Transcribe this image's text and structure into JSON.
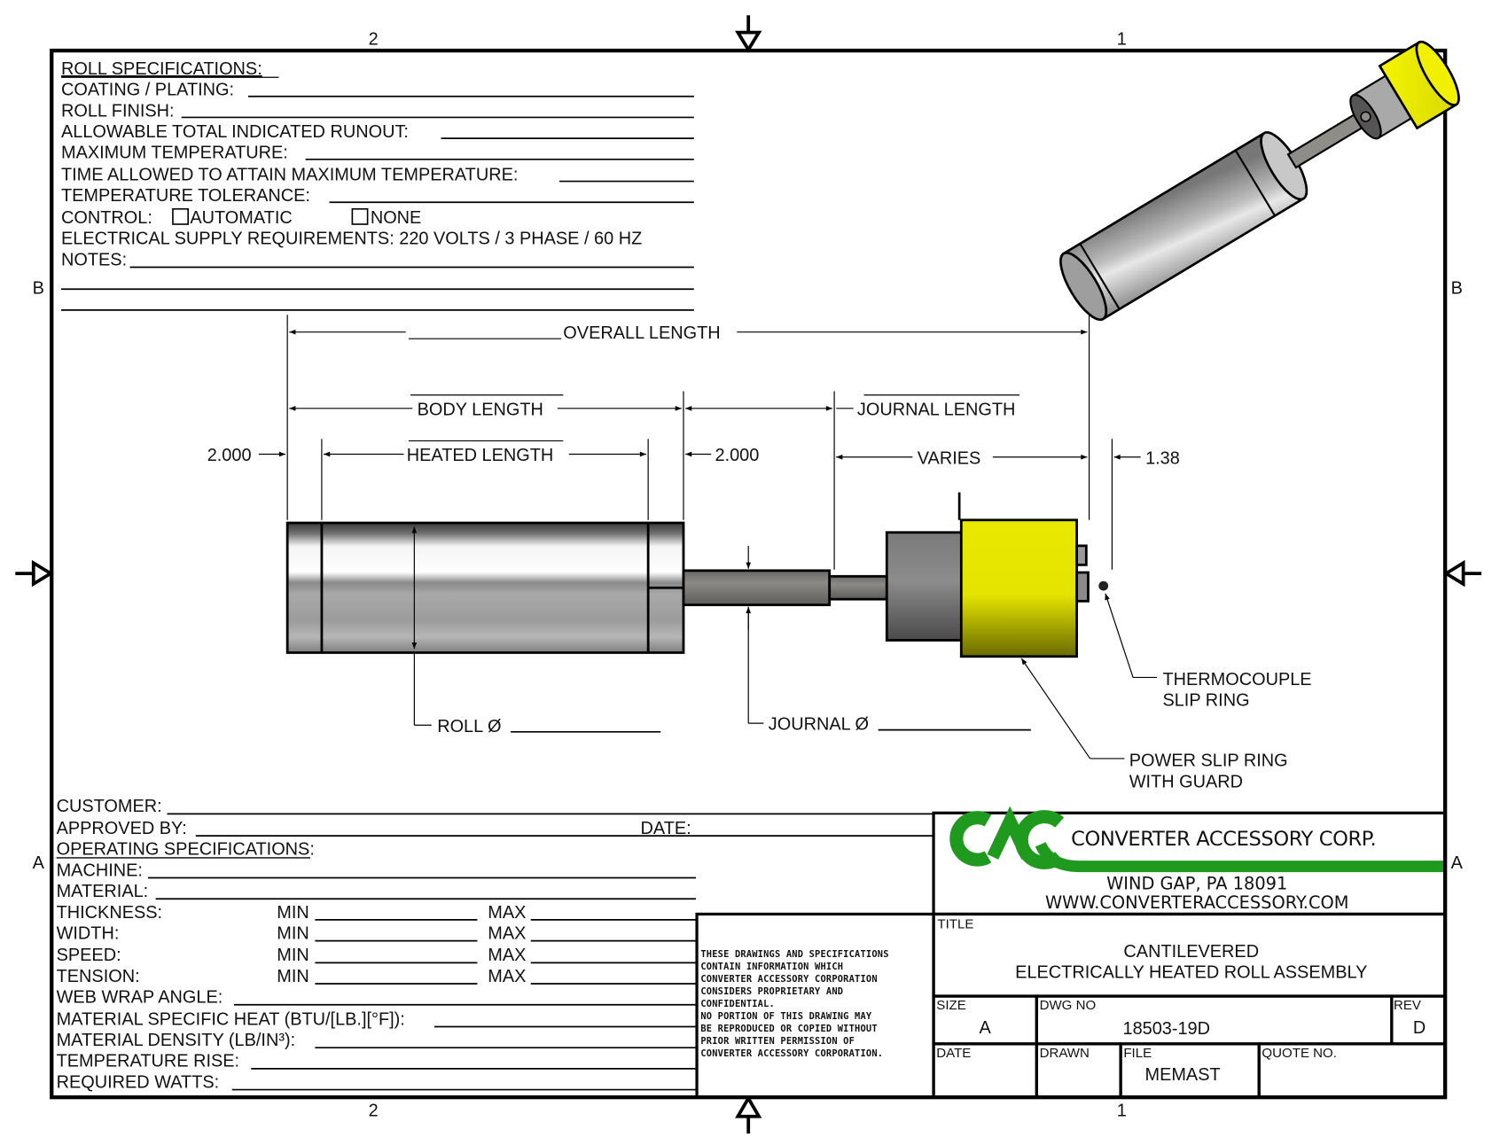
{
  "zones": {
    "top": [
      "2",
      "1"
    ],
    "bottom": [
      "2",
      "1"
    ],
    "left": [
      "B",
      "A"
    ],
    "right": [
      "B",
      "A"
    ]
  },
  "roll_specs": {
    "heading": "ROLL SPECIFICATIONS:",
    "fields": [
      {
        "label": "COATING / PLATING:",
        "value": ""
      },
      {
        "label": "ROLL FINISH:",
        "value": ""
      },
      {
        "label": "ALLOWABLE TOTAL INDICATED RUNOUT:",
        "value": ""
      },
      {
        "label": "MAXIMUM TEMPERATURE:",
        "value": ""
      },
      {
        "label": "TIME ALLOWED TO ATTAIN MAXIMUM TEMPERATURE:",
        "value": ""
      },
      {
        "label": "TEMPERATURE TOLERANCE:",
        "value": ""
      }
    ],
    "control_label": "CONTROL:",
    "control_options": [
      {
        "label": "AUTOMATIC",
        "checked": false
      },
      {
        "label": "NONE",
        "checked": false
      }
    ],
    "electrical": "ELECTRICAL SUPPLY REQUIREMENTS: 220 VOLTS / 3 PHASE / 60 HZ",
    "notes_label": "NOTES:"
  },
  "dimensions": {
    "overall_length": "OVERALL LENGTH",
    "body_length": "BODY LENGTH",
    "heated_length": "HEATED LENGTH",
    "journal_length": "JOURNAL LENGTH",
    "varies": "VARIES",
    "left_offset": "2.000",
    "right_offset": "2.000",
    "slip_offset": "1.38",
    "roll_dia": "ROLL Ø",
    "journal_dia": "JOURNAL Ø"
  },
  "callouts": {
    "thermocouple": [
      "THERMOCOUPLE",
      "SLIP RING"
    ],
    "power": [
      "POWER SLIP RING",
      "WITH GUARD"
    ]
  },
  "customer": {
    "customer_label": "CUSTOMER:",
    "approved_label": "APPROVED BY:",
    "date_label": "DATE:"
  },
  "operating_specs": {
    "heading": "OPERATING SPECIFICATIONS:",
    "machine_label": "MACHINE:",
    "material_label": "MATERIAL:",
    "minmax_rows": [
      {
        "label": "THICKNESS:",
        "min": "MIN",
        "max": "MAX"
      },
      {
        "label": "WIDTH:",
        "min": "MIN",
        "max": "MAX"
      },
      {
        "label": "SPEED:",
        "min": "MIN",
        "max": "MAX"
      },
      {
        "label": "TENSION:",
        "min": "MIN",
        "max": "MAX"
      }
    ],
    "fields": [
      "WEB WRAP ANGLE:",
      "MATERIAL SPECIFIC HEAT (BTU/[LB.][°F]):",
      "MATERIAL DENSITY (LB/IN³):",
      "TEMPERATURE RISE:",
      "REQUIRED WATTS:"
    ]
  },
  "disclaimer": [
    "THESE DRAWINGS AND SPECIFICATIONS",
    "CONTAIN INFORMATION WHICH",
    "CONVERTER ACCESSORY CORPORATION",
    "CONSIDERS PROPRIETARY AND",
    "CONFIDENTIAL.",
    "NO PORTION OF THIS DRAWING MAY",
    "BE REPRODUCED OR COPIED WITHOUT",
    "PRIOR WRITTEN PERMISSION OF",
    "CONVERTER ACCESSORY CORPORATION."
  ],
  "company": {
    "logo": "CAC",
    "name": "CONVERTER ACCESSORY CORP.",
    "address": "WIND GAP, PA 18091",
    "website": "WWW.CONVERTERACCESSORY.COM",
    "brand_color": "#1f9a1f"
  },
  "title_block": {
    "title_label": "TITLE",
    "title_line1": "CANTILEVERED",
    "title_line2": "ELECTRICALLY HEATED ROLL ASSEMBLY",
    "size_label": "SIZE",
    "size": "A",
    "dwg_no_label": "DWG NO",
    "dwg_no": "18503-19D",
    "rev_label": "REV",
    "rev": "D",
    "date_label": "DATE",
    "date": "",
    "drawn_label": "DRAWN",
    "drawn": "",
    "file_label": "FILE",
    "file": "MEMAST",
    "quote_label": "QUOTE NO.",
    "quote": ""
  },
  "colors": {
    "slip_ring_yellow": "#f2f200",
    "steel": "#b9b9b9",
    "dark_steel": "#6e6e6e"
  }
}
